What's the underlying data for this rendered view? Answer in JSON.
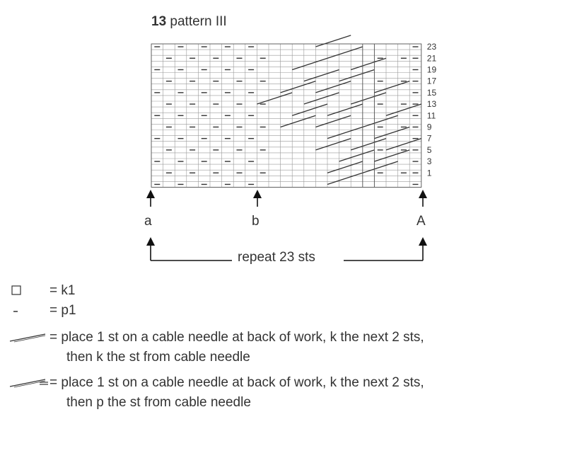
{
  "title": {
    "number": "13",
    "text": "pattern III"
  },
  "rows_labels": [
    "23",
    "21",
    "19",
    "17",
    "15",
    "13",
    "11",
    "9",
    "7",
    "5",
    "3",
    "1"
  ],
  "markers": {
    "a": "a",
    "b": "b",
    "A": "A"
  },
  "repeat_label": "repeat 23 sts",
  "legend": [
    {
      "symbol": "knit-square-icon",
      "text": "= k1"
    },
    {
      "symbol": "purl-dash-icon",
      "text": "= p1"
    },
    {
      "symbol": "cable-knit-icon",
      "text": "= place 1 st on a cable needle at back of work, k the next 2 sts,",
      "text2": "then k the st from cable needle"
    },
    {
      "symbol": "cable-purl-icon",
      "text": "= place 1 st on a cable needle at back of work, k the next 2 sts,",
      "text2": "then p the st from cable needle"
    }
  ]
}
